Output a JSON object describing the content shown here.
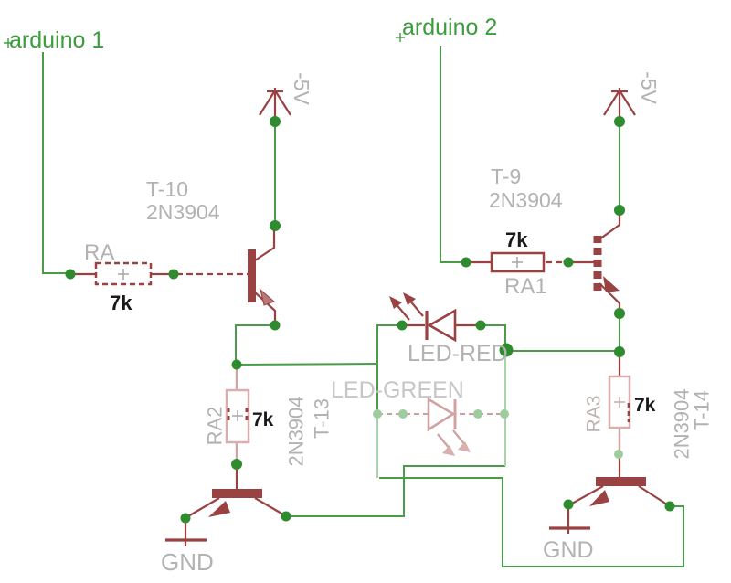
{
  "labels": {
    "arduino1": "arduino 1",
    "arduino2": "arduino 2",
    "supply_left": "-5V",
    "supply_right": "-5V",
    "gnd_left": "GND",
    "gnd_right": "GND"
  },
  "components": {
    "t10": {
      "designator": "T-10",
      "part": "2N3904"
    },
    "t9": {
      "designator": "T-9",
      "part": "2N3904"
    },
    "t13": {
      "designator": "T-13",
      "part": "2N3904"
    },
    "t14": {
      "designator": "T-14",
      "part": "2N3904"
    },
    "ra": {
      "designator": "RA",
      "value": "7k"
    },
    "ra1": {
      "designator": "RA1",
      "value": "7k"
    },
    "ra2": {
      "designator": "RA2",
      "value": "7k"
    },
    "ra3": {
      "designator": "RA3",
      "value": "7k"
    },
    "led_red": {
      "designator": "LED-RED"
    },
    "led_green": {
      "designator": "LED-GREEN"
    }
  },
  "colors": {
    "wire_green": "#4a9c4a",
    "junction_green": "#2e8b2e",
    "component_red": "#9a4242",
    "faded_pink": "#d9aeae",
    "faded_green": "#a9d3a9",
    "label_gray": "#b2b2b2",
    "value_black": "#1a1a1a",
    "arduino_text_green": "#3d9c3d",
    "background": "#ffffff"
  }
}
